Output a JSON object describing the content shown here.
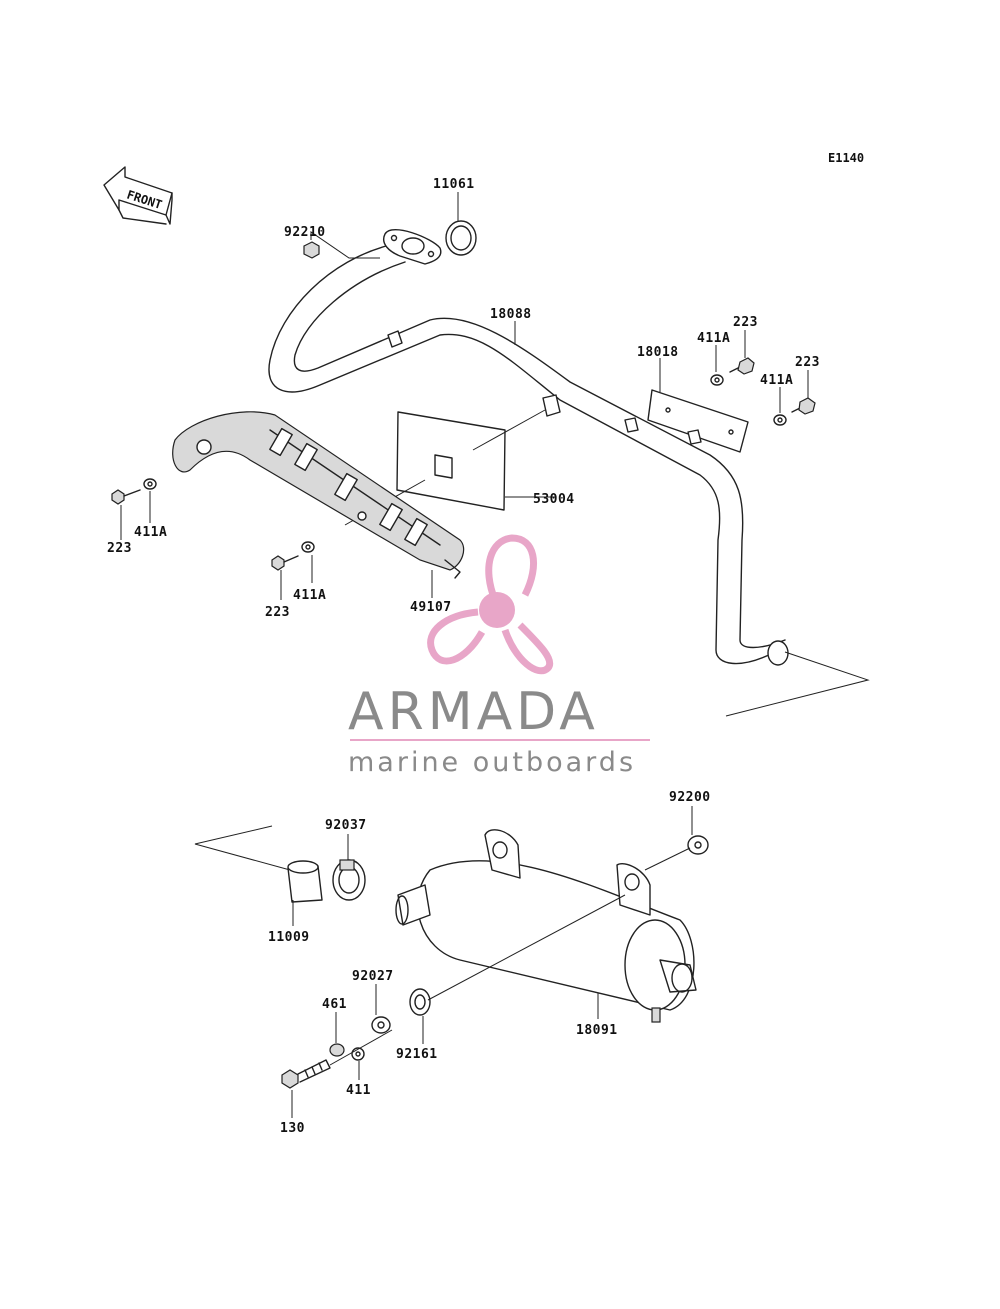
{
  "diagram_code": "E1140",
  "front_label": "FRONT",
  "watermark": {
    "title": "ARMADA",
    "subtitle": "marine outboards",
    "accent_color": "#e8a6c8"
  },
  "part_labels": {
    "p11061": "11061",
    "p92210": "92210",
    "p18088": "18088",
    "p18018": "18018",
    "p411A_1": "411A",
    "p223_1": "223",
    "p223_2": "223",
    "p411A_2": "411A",
    "p53004": "53004",
    "p223_3": "223",
    "p411A_3": "411A",
    "p223_4": "223",
    "p411A_4": "411A",
    "p49107": "49107",
    "p92037": "92037",
    "p92200": "92200",
    "p11009": "11009",
    "p92027": "92027",
    "p461": "461",
    "p92161": "92161",
    "p18091": "18091",
    "p411": "411",
    "p130": "130"
  }
}
